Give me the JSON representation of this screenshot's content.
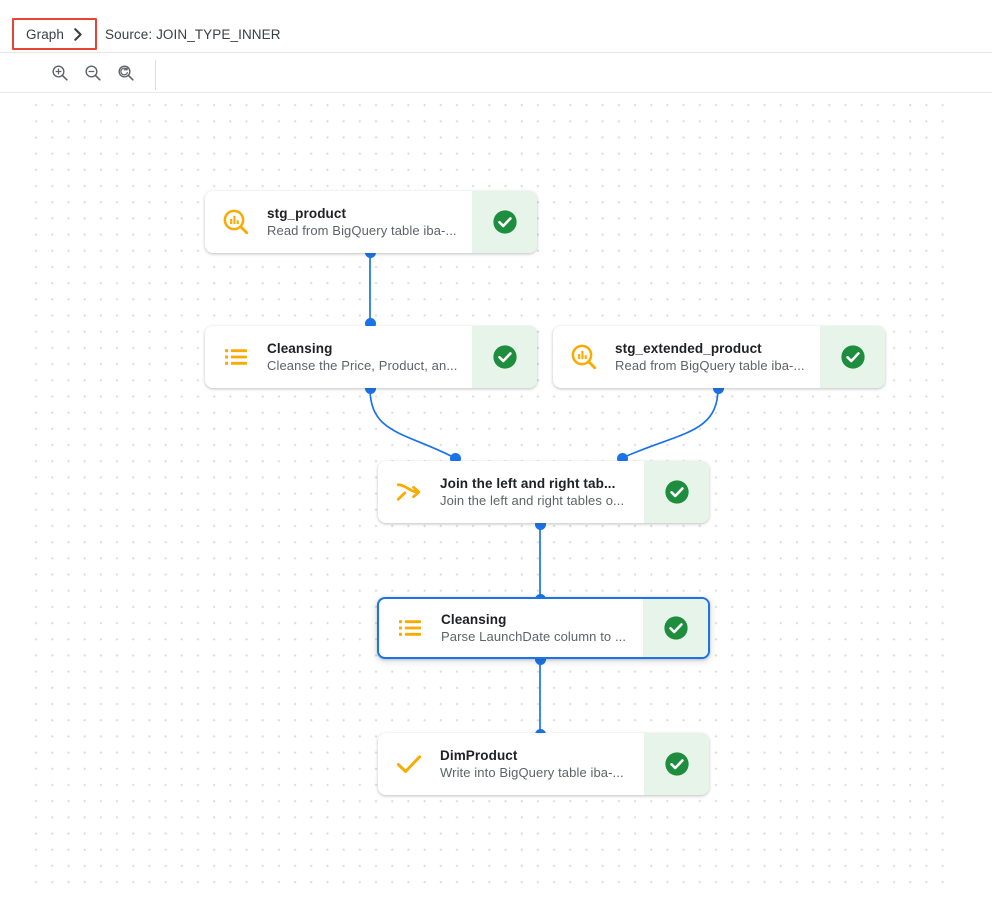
{
  "header": {
    "breadcrumb_label": "Graph",
    "breadcrumb_icon": "chevron-right-icon",
    "source_label": "Source: JOIN_TYPE_INNER"
  },
  "toolbar": {
    "buttons": [
      {
        "name": "zoom-in-icon",
        "tooltip": "Zoom in"
      },
      {
        "name": "zoom-out-icon",
        "tooltip": "Zoom out"
      },
      {
        "name": "zoom-reset-icon",
        "tooltip": "Reset zoom"
      }
    ]
  },
  "colors": {
    "accent_blue": "#1a73e8",
    "edge_blue": "#1a73e8",
    "icon_amber": "#f9ab00",
    "status_green": "#1e8e3e",
    "status_green_bg": "#e6f4ea",
    "annotation_red": "#ea4335",
    "text_primary": "#202124",
    "text_secondary": "#5f6368"
  },
  "graph": {
    "nodes": [
      {
        "id": "stg_product",
        "title": "stg_product",
        "subtitle": "Read from BigQuery table iba-...",
        "icon": "bigquery-source-icon",
        "status": "check-circle-icon",
        "selected": false
      },
      {
        "id": "cleansing_1",
        "title": "Cleansing",
        "subtitle": "Cleanse the Price, Product, an...",
        "icon": "list-icon",
        "status": "check-circle-icon",
        "selected": false
      },
      {
        "id": "stg_extended_product",
        "title": "stg_extended_product",
        "subtitle": "Read from BigQuery table iba-...",
        "icon": "bigquery-source-icon",
        "status": "check-circle-icon",
        "selected": false
      },
      {
        "id": "join",
        "title": "Join the left and right tab...",
        "subtitle": "Join the left and right tables o...",
        "icon": "join-merge-icon",
        "status": "check-circle-icon",
        "selected": false
      },
      {
        "id": "cleansing_2",
        "title": "Cleansing",
        "subtitle": "Parse LaunchDate column to ...",
        "icon": "list-icon",
        "status": "check-circle-icon",
        "selected": true
      },
      {
        "id": "dim_product",
        "title": "DimProduct",
        "subtitle": "Write into BigQuery table iba-...",
        "icon": "check-sink-icon",
        "status": "check-circle-icon",
        "selected": false
      }
    ]
  }
}
